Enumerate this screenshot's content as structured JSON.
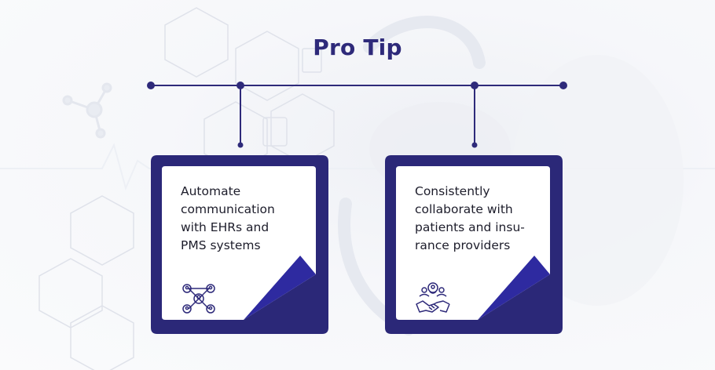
{
  "title": "Pro Tip",
  "colors": {
    "accent": "#2e2a7a",
    "accent_dark": "#1e1b66",
    "fold_fill": "#2e2a9a",
    "title": "#2e2a7a",
    "background": "#f4f5f8"
  },
  "cards": [
    {
      "lines": [
        "Automate",
        "communication",
        "with EHRs and",
        "PMS systems"
      ],
      "icon": "network-users-icon"
    },
    {
      "lines": [
        "Consistently",
        "collaborate with",
        "patients and insu-",
        "rance providers"
      ],
      "icon": "team-handshake-icon"
    }
  ]
}
